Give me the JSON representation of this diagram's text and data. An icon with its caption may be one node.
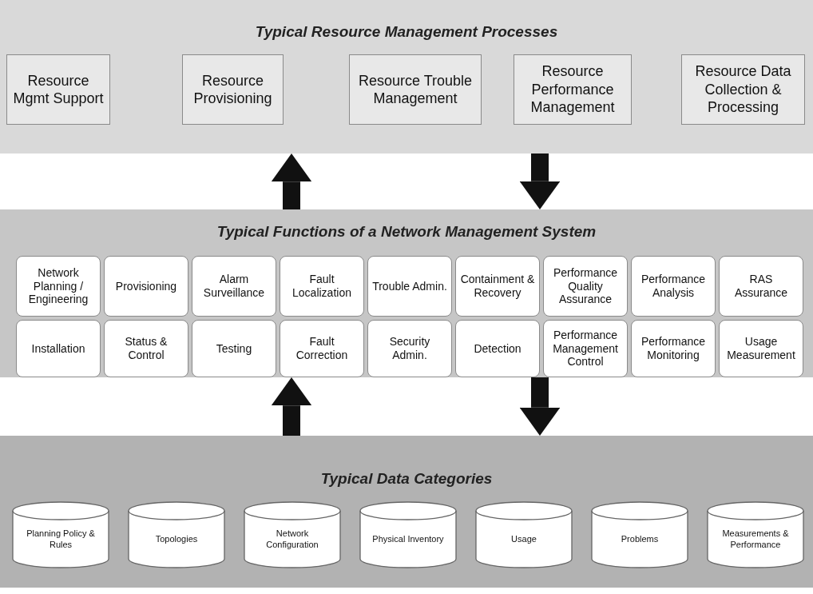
{
  "diagram": {
    "nodes": [
      {
        "text": [
          "Typical Resource Management Processes"
        ]
      },
      {
        "text": [
          "Resource Mgmt Support"
        ],
        "in": 0
      },
      {
        "text": [
          "Resource Provisioning"
        ],
        "in": 0
      },
      {
        "text": [
          "Resource Trouble Management"
        ],
        "in": 0
      },
      {
        "text": [
          "Resource Performance Management"
        ],
        "in": 0
      },
      {
        "text": [
          "Resource Data Collection & Processing"
        ],
        "in": 0
      },
      {
        "text": [
          "Typical Functions of a Network Management System"
        ]
      },
      {
        "text": [
          "Network Planning / Engineering"
        ],
        "in": 6
      },
      {
        "text": [
          "Provisioning"
        ],
        "in": 6
      },
      {
        "text": [
          "Alarm Surveillance"
        ],
        "in": 6
      },
      {
        "text": [
          "Fault Localization"
        ],
        "in": 6
      },
      {
        "text": [
          "Trouble Admin."
        ],
        "in": 6
      },
      {
        "text": [
          "Containment & Recovery"
        ],
        "in": 6
      },
      {
        "text": [
          "Performance Quality Assurance"
        ],
        "in": 6
      },
      {
        "text": [
          "Performance Analysis"
        ],
        "in": 6
      },
      {
        "text": [
          "RAS Assurance"
        ],
        "in": 6
      },
      {
        "text": [
          "Installation"
        ],
        "in": 6
      },
      {
        "text": [
          "Status & Control"
        ],
        "in": 6
      },
      {
        "text": [
          "Testing"
        ],
        "in": 6
      },
      {
        "text": [
          "Fault Correction"
        ],
        "in": 6
      },
      {
        "text": [
          "Security Admin."
        ],
        "in": 6
      },
      {
        "text": [
          "Detection"
        ],
        "in": 6
      },
      {
        "text": [
          "Performance Management Control"
        ],
        "in": 6
      },
      {
        "text": [
          "Performance Monitoring"
        ],
        "in": 6
      },
      {
        "text": [
          "Usage Measurement"
        ],
        "in": 6
      },
      {
        "text": [
          "Typical Data Categories"
        ]
      },
      {
        "text": [
          "Planning Policy & Rules"
        ],
        "in": 25
      },
      {
        "text": [
          "Topologies"
        ],
        "in": 25
      },
      {
        "text": [
          "Network Configuration"
        ],
        "in": 25
      },
      {
        "text": [
          "Physical Inventory"
        ],
        "in": 25
      },
      {
        "text": [
          "Usage"
        ],
        "in": 25
      },
      {
        "text": [
          "Problems"
        ],
        "in": 25
      },
      {
        "text": [
          "Measurements & Performance"
        ],
        "in": 25
      }
    ],
    "edges": [
      {
        "from": 6,
        "to": 0,
        "arrow": "to"
      },
      {
        "from": 0,
        "to": 6,
        "arrow": "to"
      },
      {
        "from": 25,
        "to": 6,
        "arrow": "to"
      },
      {
        "from": 6,
        "to": 25,
        "arrow": "to"
      }
    ]
  }
}
